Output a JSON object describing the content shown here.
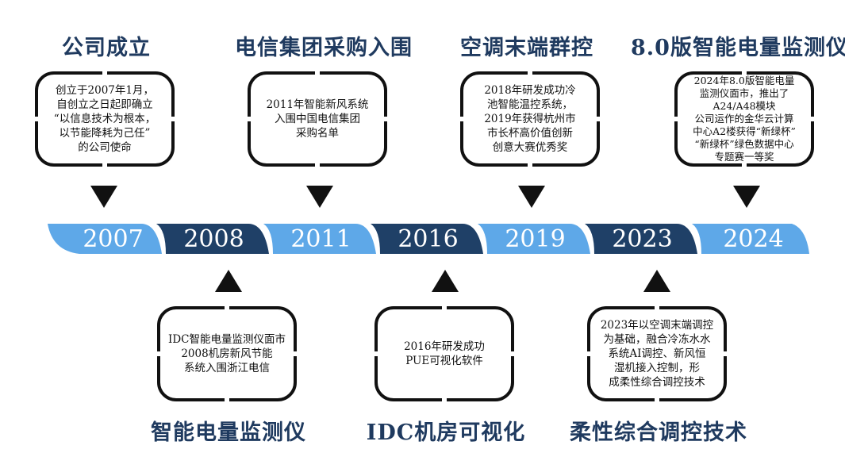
{
  "colors": {
    "light": "#5ea8e8",
    "dark": "#1f4067",
    "title": "#1f3a5f"
  },
  "years": [
    "2007",
    "2008",
    "2011",
    "2016",
    "2019",
    "2023",
    "2024"
  ],
  "top": [
    {
      "title": "公司成立",
      "text": "创立于2007年1月，\n自创立之日起即确立\n“以信息技术为根本，\n以节能降耗为己任”\n的公司使命"
    },
    {
      "title": "电信集团采购入围",
      "text": "2011年智能新风系统\n入围中国电信集团\n采购名单"
    },
    {
      "title": "空调末端群控",
      "text": "2018年研发成功冷\n池智能温控系统，\n2019年获得杭州市\n市长杯高价值创新\n创意大赛优秀奖"
    },
    {
      "title": "8.0版智能电量监测仪",
      "text": "2024年8.0版智能电量\n监测仪面市，推出了\nA24/A48模块\n公司运作的金华云计算\n中心A2楼获得“新绿杯”\n“新绿杯”绿色数据中心\n专题赛一等奖"
    }
  ],
  "bottom": [
    {
      "title": "智能电量监测仪",
      "text": "IDC智能电量监测仪面市\n2008机房新风节能\n系统入围浙江电信"
    },
    {
      "title": "IDC机房可视化",
      "text": "2016年研发成功\nPUE可视化软件"
    },
    {
      "title": "柔性综合调控技术",
      "text": "2023年以空调末端调控\n为基础，融合冷冻水水\n系统AI调控、新风恒\n湿机接入控制，形\n成柔性综合调控技术"
    }
  ]
}
